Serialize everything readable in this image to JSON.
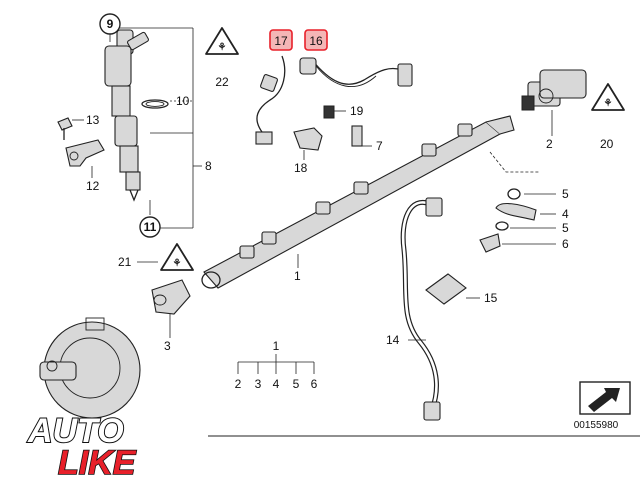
{
  "diagram_number": "00155980",
  "brand": {
    "text_auto": "AUTO",
    "text_like": "LIKE",
    "accent_color": "#e8202a"
  },
  "highlight_color": "#e8202a",
  "highlight_fill": "#f4b6b6",
  "callouts": {
    "p1": "1",
    "p2": "2",
    "p3": "3",
    "p4": "4",
    "p5a": "5",
    "p5b": "5",
    "p6": "6",
    "p7": "7",
    "p8": "8",
    "p9": "9",
    "p10": "10",
    "p11": "11",
    "p12": "12",
    "p13": "13",
    "p14": "14",
    "p15": "15",
    "p16": "16",
    "p17": "17",
    "p18": "18",
    "p19": "19",
    "p20": "20",
    "p21": "21",
    "p22": "22"
  },
  "legend_tree": {
    "root": "1",
    "children": [
      "2",
      "3",
      "4",
      "5",
      "6"
    ]
  },
  "icons": [
    "warning-triangle-icon",
    "warning-triangle-icon",
    "warning-triangle-icon",
    "pointer-arrow-icon"
  ]
}
